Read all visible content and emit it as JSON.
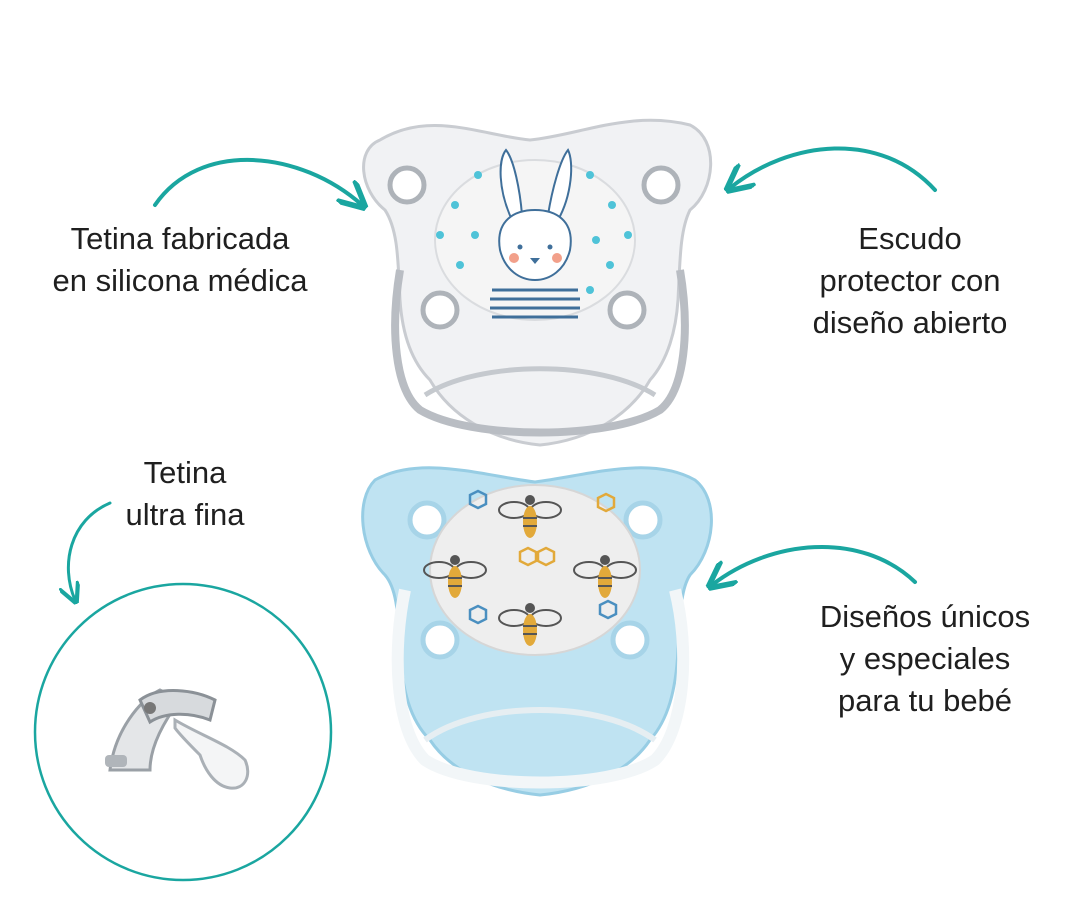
{
  "colors": {
    "accent": "#1aa6a0",
    "text": "#1f1f1f",
    "shield_clear": "#eef0f2",
    "shield_blue": "#bfe3f2",
    "ring_blue": "#4a8fc0",
    "bee_yellow": "#e2a93a"
  },
  "callouts": {
    "top_left": {
      "line1": "Tetina fabricada",
      "line2": "en silicona médica"
    },
    "top_right": {
      "line1": "Escudo",
      "line2": "protector con",
      "line3": "diseño abierto"
    },
    "middle_left": {
      "line1": "Tetina",
      "line2": "ultra fina"
    },
    "bottom_right": {
      "line1": "Diseños únicos",
      "line2": "y especiales",
      "line3": "para tu bebé"
    }
  },
  "images": {
    "top_pacifier": "pacifier-bunny-design",
    "bottom_pacifier": "pacifier-bee-design",
    "detail": "nipple-side-view"
  }
}
